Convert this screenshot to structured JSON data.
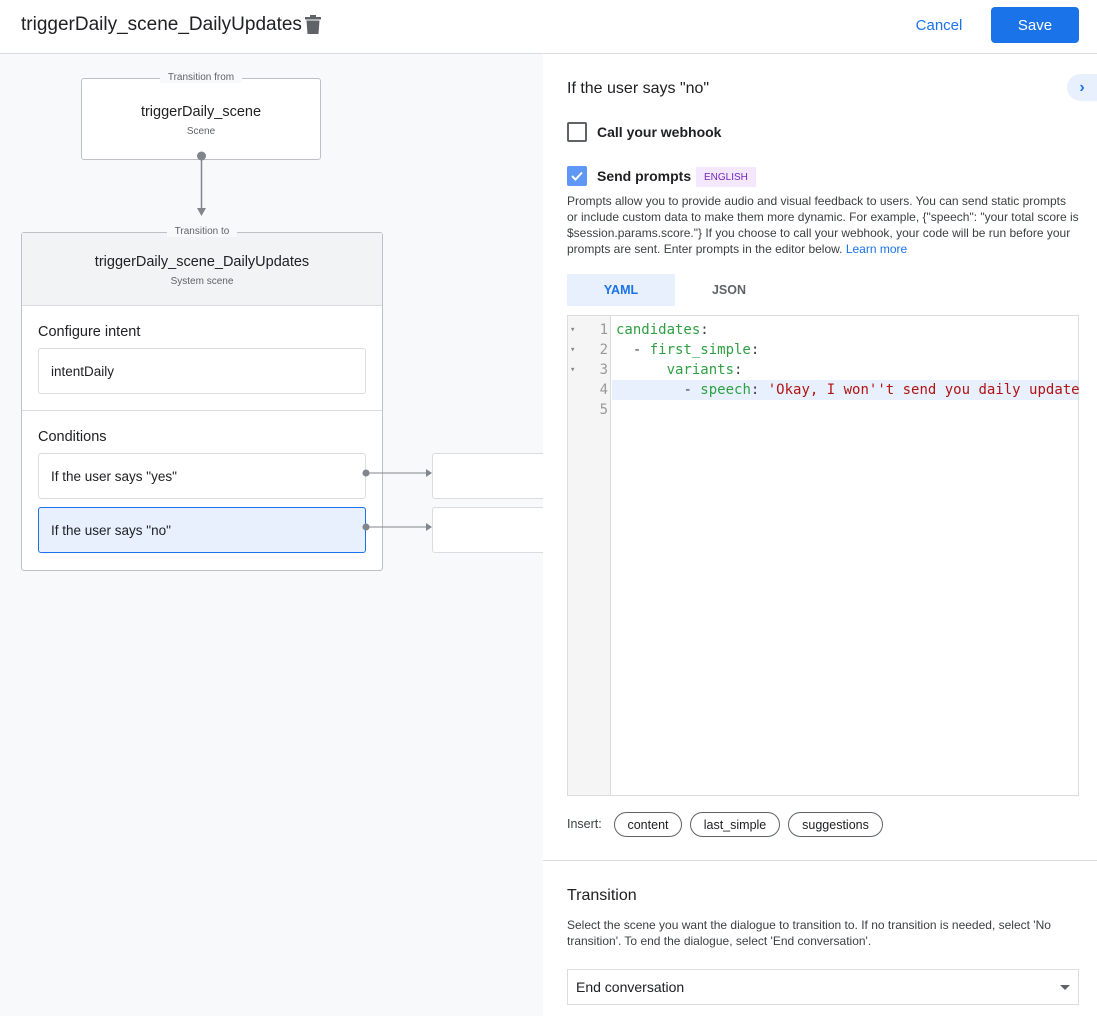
{
  "header": {
    "title": "triggerDaily_scene_DailyUpdates",
    "cancel": "Cancel",
    "save": "Save"
  },
  "canvas": {
    "from": {
      "legend": "Transition from",
      "name": "triggerDaily_scene",
      "type": "Scene"
    },
    "to": {
      "legend": "Transition to",
      "name": "triggerDaily_scene_DailyUpdates",
      "type": "System scene"
    },
    "intent_heading": "Configure intent",
    "intent": "intentDaily",
    "conditions_heading": "Conditions",
    "conditions": [
      "If the user says \"yes\"",
      "If the user says \"no\""
    ]
  },
  "panel": {
    "heading": "If the user says \"no\"",
    "webhook_label": "Call your webhook",
    "webhook_checked": false,
    "prompts_label": "Send prompts",
    "prompts_checked": true,
    "language_badge": "ENGLISH",
    "description": "Prompts allow you to provide audio and visual feedback to users. You can send static prompts or include custom data to make them more dynamic. For example, {\"speech\": \"your total score is $session.params.score.\"} If you choose to call your webhook, your code will be run before your prompts are sent. Enter prompts in the editor below.",
    "learn_more": "Learn more",
    "tabs": [
      "YAML",
      "JSON"
    ],
    "active_tab": "YAML",
    "code_lines": [
      {
        "n": "1",
        "indent": "",
        "dash": "",
        "key": "candidates",
        "val": ""
      },
      {
        "n": "2",
        "indent": "  ",
        "dash": "- ",
        "key": "first_simple",
        "val": ""
      },
      {
        "n": "3",
        "indent": "      ",
        "dash": "",
        "key": "variants",
        "val": ""
      },
      {
        "n": "4",
        "indent": "        ",
        "dash": "- ",
        "key": "speech",
        "val": " 'Okay, I won''t send you daily update"
      },
      {
        "n": "5",
        "indent": "",
        "dash": "",
        "key": "",
        "val": ""
      }
    ],
    "insert_label": "Insert:",
    "insert_chips": [
      "content",
      "last_simple",
      "suggestions"
    ],
    "transition_heading": "Transition",
    "transition_desc": "Select the scene you want the dialogue to transition to. If no transition is needed, select 'No transition'. To end the dialogue, select 'End conversation'.",
    "transition_value": "End conversation"
  },
  "colors": {
    "accent": "#1a73e8",
    "badge_bg": "#f3e8fd",
    "badge_text": "#7627bb",
    "yaml_key": "#2ea043",
    "yaml_string": "#b31412"
  }
}
